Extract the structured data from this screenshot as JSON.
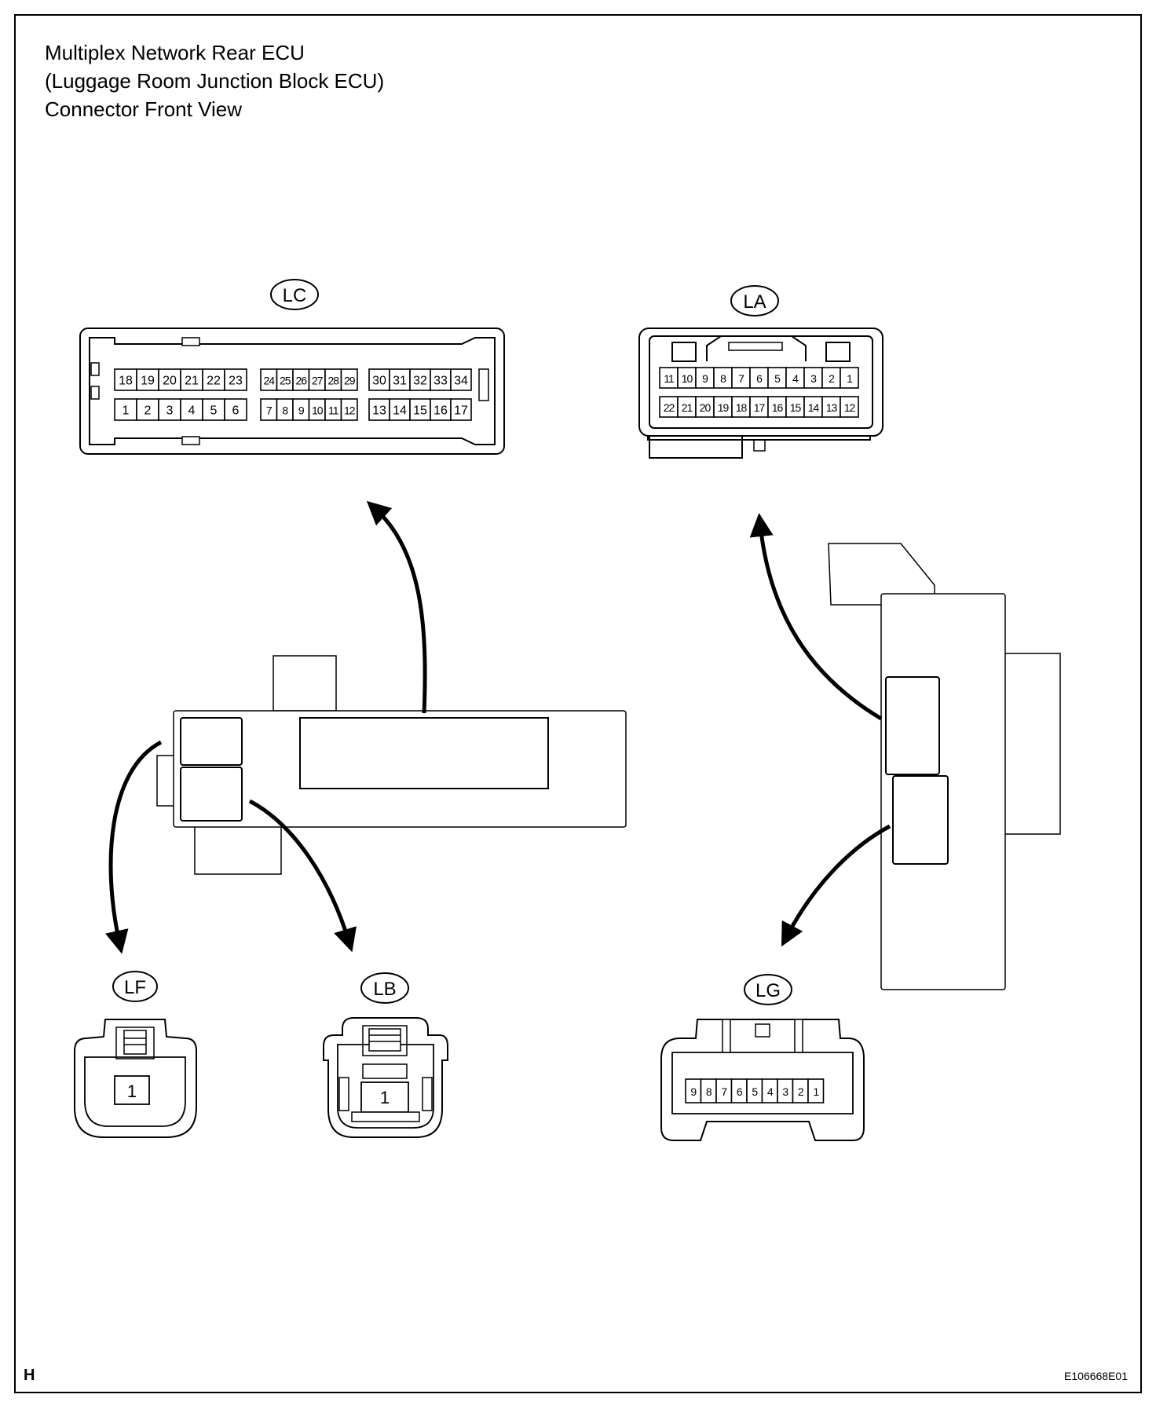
{
  "title": {
    "line1": "Multiplex Network Rear ECU",
    "line2": "(Luggage Room Junction Block ECU)",
    "line3": "Connector Front View"
  },
  "connectors": {
    "LC": {
      "label": "LC",
      "groups": [
        {
          "top": [
            "18",
            "19",
            "20",
            "21",
            "22",
            "23"
          ],
          "bottom": [
            "1",
            "2",
            "3",
            "4",
            "5",
            "6"
          ]
        },
        {
          "top": [
            "24",
            "25",
            "26",
            "27",
            "28",
            "29"
          ],
          "bottom": [
            "7",
            "8",
            "9",
            "10",
            "11",
            "12"
          ]
        },
        {
          "top": [
            "30",
            "31",
            "32",
            "33",
            "34"
          ],
          "bottom": [
            "13",
            "14",
            "15",
            "16",
            "17"
          ]
        }
      ]
    },
    "LA": {
      "label": "LA",
      "top": [
        "11",
        "10",
        "9",
        "8",
        "7",
        "6",
        "5",
        "4",
        "3",
        "2",
        "1"
      ],
      "bottom": [
        "22",
        "21",
        "20",
        "19",
        "18",
        "17",
        "16",
        "15",
        "14",
        "13",
        "12"
      ]
    },
    "LF": {
      "label": "LF",
      "pins": [
        "1"
      ]
    },
    "LB": {
      "label": "LB",
      "pins": [
        "1"
      ]
    },
    "LG": {
      "label": "LG",
      "pins": [
        "9",
        "8",
        "7",
        "6",
        "5",
        "4",
        "3",
        "2",
        "1"
      ]
    }
  },
  "footer": {
    "corner_letter": "H",
    "figure_id": "E106668E01"
  }
}
